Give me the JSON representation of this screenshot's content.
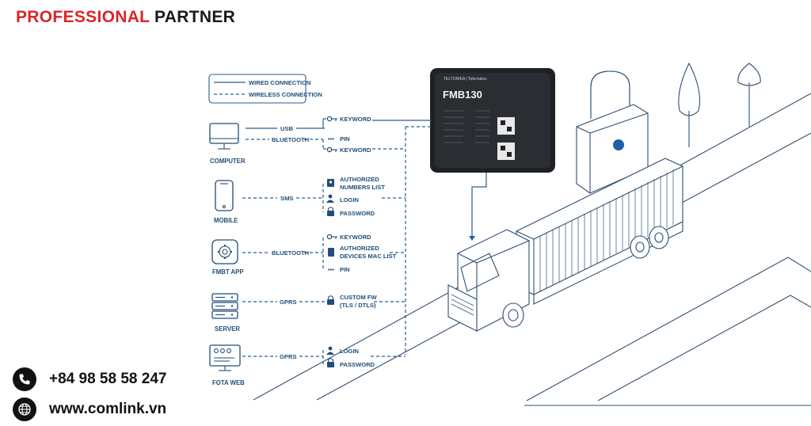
{
  "header": {
    "part1": "PROFESSIONAL",
    "part2": "PARTNER"
  },
  "legend": {
    "wired": "WIRED CONNECTION",
    "wireless": "WIRELESS CONNECTION"
  },
  "device_label": "FMB130",
  "device_brand": "TELTONIKA | Telematics",
  "devices": {
    "computer": {
      "name": "COMPUTER",
      "conn1": "USB",
      "conn2": "BLUETOOTH",
      "items": [
        "KEYWORD",
        "PIN",
        "KEYWORD"
      ]
    },
    "mobile": {
      "name": "MOBILE",
      "conn": "SMS",
      "items": [
        "AUTHORIZED",
        "NUMBERS LIST",
        "LOGIN",
        "PASSWORD"
      ]
    },
    "fmbt": {
      "name": "FMBT APP",
      "conn": "BLUETOOTH",
      "items": [
        "KEYWORD",
        "AUTHORIZED",
        "DEVICES MAC LIST",
        "PIN"
      ]
    },
    "server": {
      "name": "SERVER",
      "conn": "GPRS",
      "items": [
        "CUSTOM FW",
        "(TLS / DTLS)"
      ]
    },
    "fota": {
      "name": "FOTA WEB",
      "conn": "GPRS",
      "items": [
        "LOGIN",
        "PASSWORD"
      ]
    }
  },
  "contact": {
    "phone": "+84 98 58 58 247",
    "website": "www.comlink.vn"
  },
  "colors": {
    "accent_red": "#d8262c",
    "line_blue": "#2a5d8f",
    "text_dark": "#111111"
  }
}
